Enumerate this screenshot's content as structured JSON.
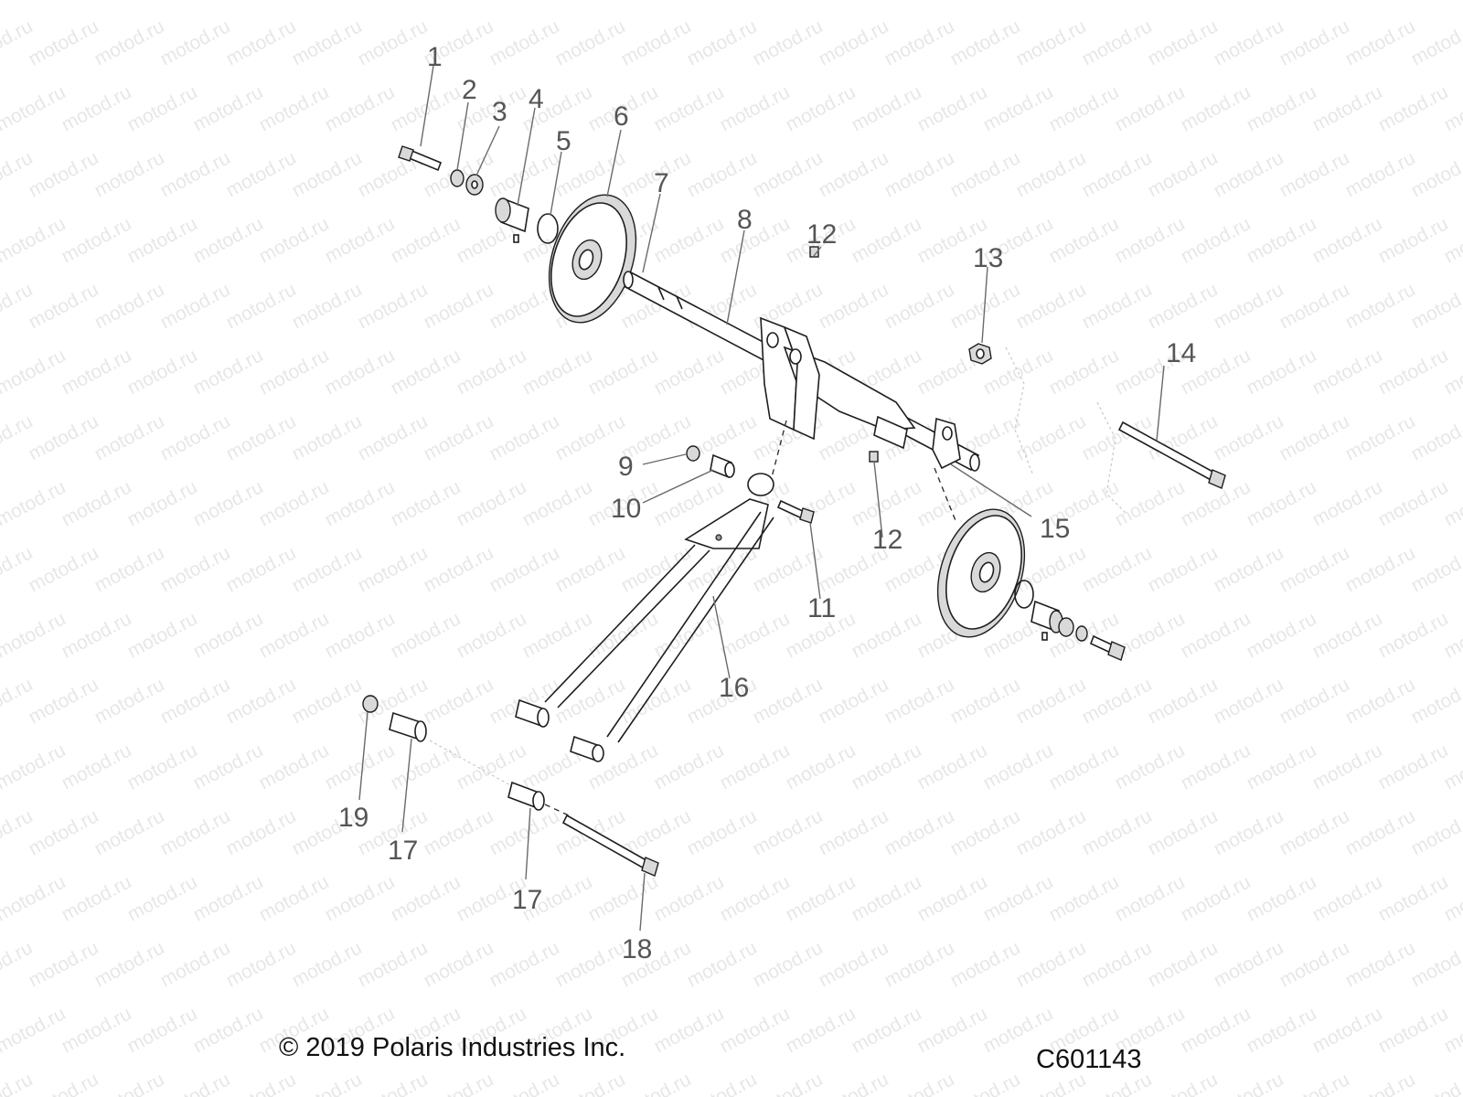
{
  "watermark": {
    "text": "motod.ru",
    "color": "#e7e7e7"
  },
  "callouts": {
    "c1": "1",
    "c2": "2",
    "c3": "3",
    "c4": "4",
    "c5": "5",
    "c6": "6",
    "c7": "7",
    "c8": "8",
    "c9": "9",
    "c10": "10",
    "c11": "11",
    "c12a": "12",
    "c12b": "12",
    "c13": "13",
    "c14": "14",
    "c15": "15",
    "c16": "16",
    "c17a": "17",
    "c17b": "17",
    "c18": "18",
    "c19": "19"
  },
  "footer": {
    "copyright": "© 2019 Polaris Industries Inc.",
    "diagram_code": "C601143"
  }
}
